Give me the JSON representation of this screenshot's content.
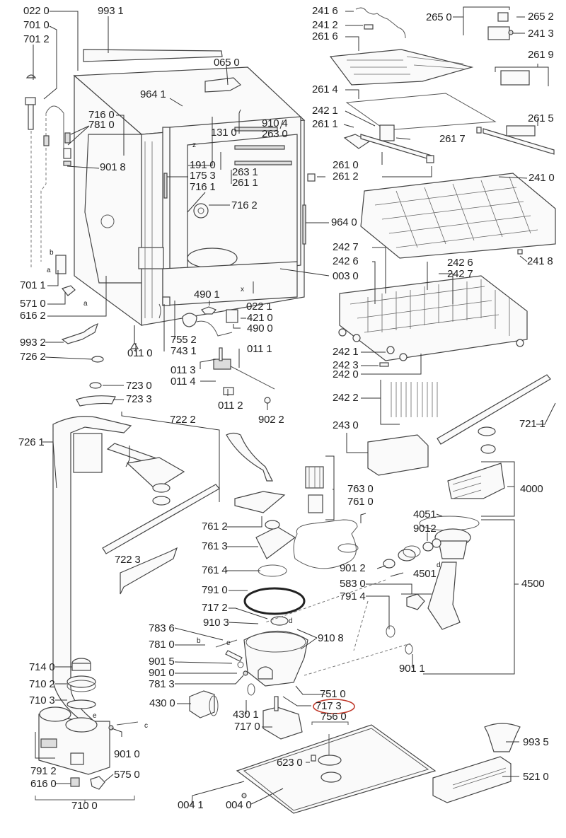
{
  "diagram": {
    "type": "exploded parts diagram",
    "subject": "dishwasher",
    "highlight_color": "#c0392b",
    "highlighted_part": "717 3",
    "labels": {
      "l0220": "022 0",
      "l9931": "993 1",
      "l7010": "701 0",
      "l7012": "701 2",
      "l0650": "065 0",
      "l9641": "964 1",
      "l7160": "716 0",
      "l7810": "781 0",
      "l1310": "131 0",
      "l9104": "910 4",
      "l2630": "263 0",
      "l9018": "901 8",
      "l1910": "191 0",
      "l1753": "175 3",
      "l2631": "263 1",
      "l2611a": "261 1",
      "l7161": "716 1",
      "l7162": "716 2",
      "l9640": "964 0",
      "l0030": "003 0",
      "l7011": "701 1",
      "l5710": "571 0",
      "l6162": "616 2",
      "l4901": "490 1",
      "l0221": "022 1",
      "l4210": "421 0",
      "l4900": "490 0",
      "l7552": "755 2",
      "l0110": "011 0",
      "l7431": "743 1",
      "l9932": "993 2",
      "l0111": "011 1",
      "l7262": "726 2",
      "l0113": "011 3",
      "l0114": "011 4",
      "l0112": "011 2",
      "l9022": "902 2",
      "l7230": "723 0",
      "l7233": "723 3",
      "l7222": "722 2",
      "l7261": "726 1",
      "l2416": "241 6",
      "l2412": "241 2",
      "l2616": "261 6",
      "l2650": "265 0",
      "l2652": "265 2",
      "l2413": "241 3",
      "l2619": "261 9",
      "l2614": "261 4",
      "l2421a": "242 1",
      "l2611b": "261 1",
      "l2617": "261 7",
      "l2615": "261 5",
      "l2610": "261 0",
      "l2612": "261 2",
      "l2410": "241 0",
      "l2418": "241 8",
      "l2427a": "242 7",
      "l2426a": "242 6",
      "l2426b": "242 6",
      "l2427b": "242 7",
      "l2421b": "242 1",
      "l2423": "242 3",
      "l2420": "242 0",
      "l2422": "242 2",
      "l2430": "243 0",
      "l7211": "721 1",
      "l7630": "763 0",
      "l7610": "761 0",
      "l4000": "4000",
      "l4051": "4051",
      "l9012b": "9012",
      "l9012a": "901 2",
      "l4501": "4501",
      "l4500": "4500",
      "l5830": "583 0",
      "l7914": "791 4",
      "l9011": "901 1",
      "l7612": "761 2",
      "l7613": "761 3",
      "l7614": "761 4",
      "l7910": "791 0",
      "l7172": "717 2",
      "l9103": "910 3",
      "l9108": "910 8",
      "l7836": "783 6",
      "l7223": "722 3",
      "l7140": "714 0",
      "l7102": "710 2",
      "l7103": "710 3",
      "l7912": "791 2",
      "l6160": "616 0",
      "l7100": "710 0",
      "l5750": "575 0",
      "l9010a": "901 0",
      "l7810b": "781 0",
      "l9015": "901 5",
      "l9010b": "901 0",
      "l7813": "781 3",
      "l4300": "430 0",
      "l4301": "430 1",
      "l7170": "717 0",
      "l7510": "751 0",
      "l7173": "717 3",
      "l7560": "756 0",
      "l6230": "623 0",
      "l0041": "004 1",
      "l0040": "004 0",
      "l9935": "993 5",
      "l5210": "521 0"
    },
    "letter_markers": {
      "a": "a",
      "b": "b",
      "c": "c",
      "d": "d",
      "e": "e",
      "x": "x",
      "z": "z"
    }
  }
}
